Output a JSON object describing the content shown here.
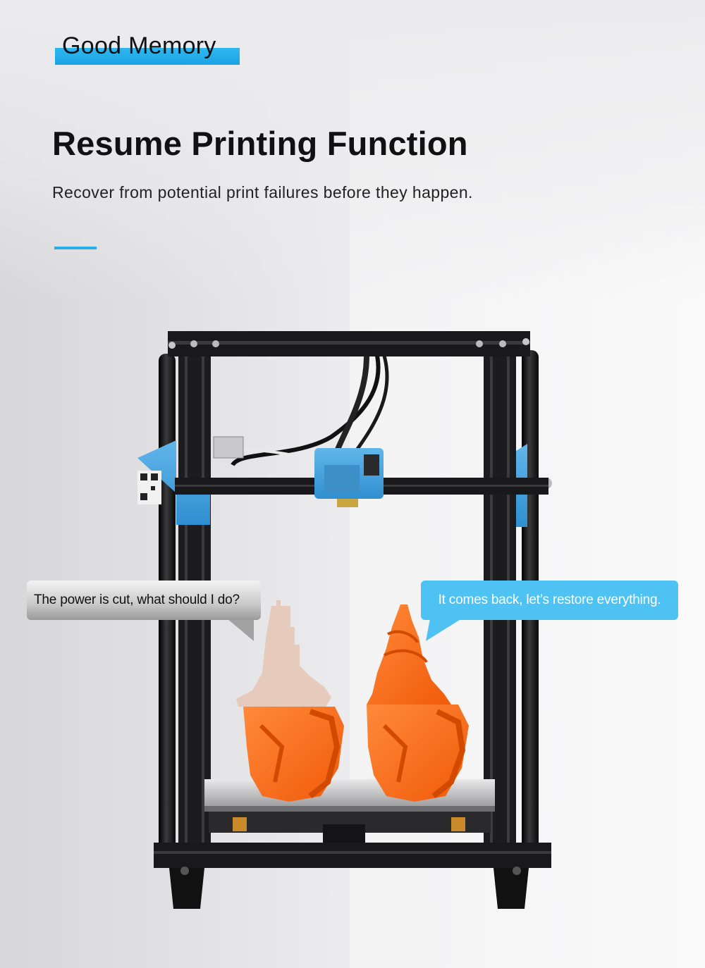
{
  "tag": {
    "label": "Good Memory"
  },
  "headline": "Resume Printing Function",
  "subline": "Recover from potential print failures before they happen.",
  "bubbles": {
    "left": "The power is cut, what should I do?",
    "right": "It comes back, let’s restore everything."
  },
  "colors": {
    "accent": "#29aee9",
    "bubble_blue": "#4ec3f3",
    "frame": "#1c1c1e",
    "carriage_blue": "#4aa8e0",
    "filament_orange": "#ff6a1a"
  }
}
